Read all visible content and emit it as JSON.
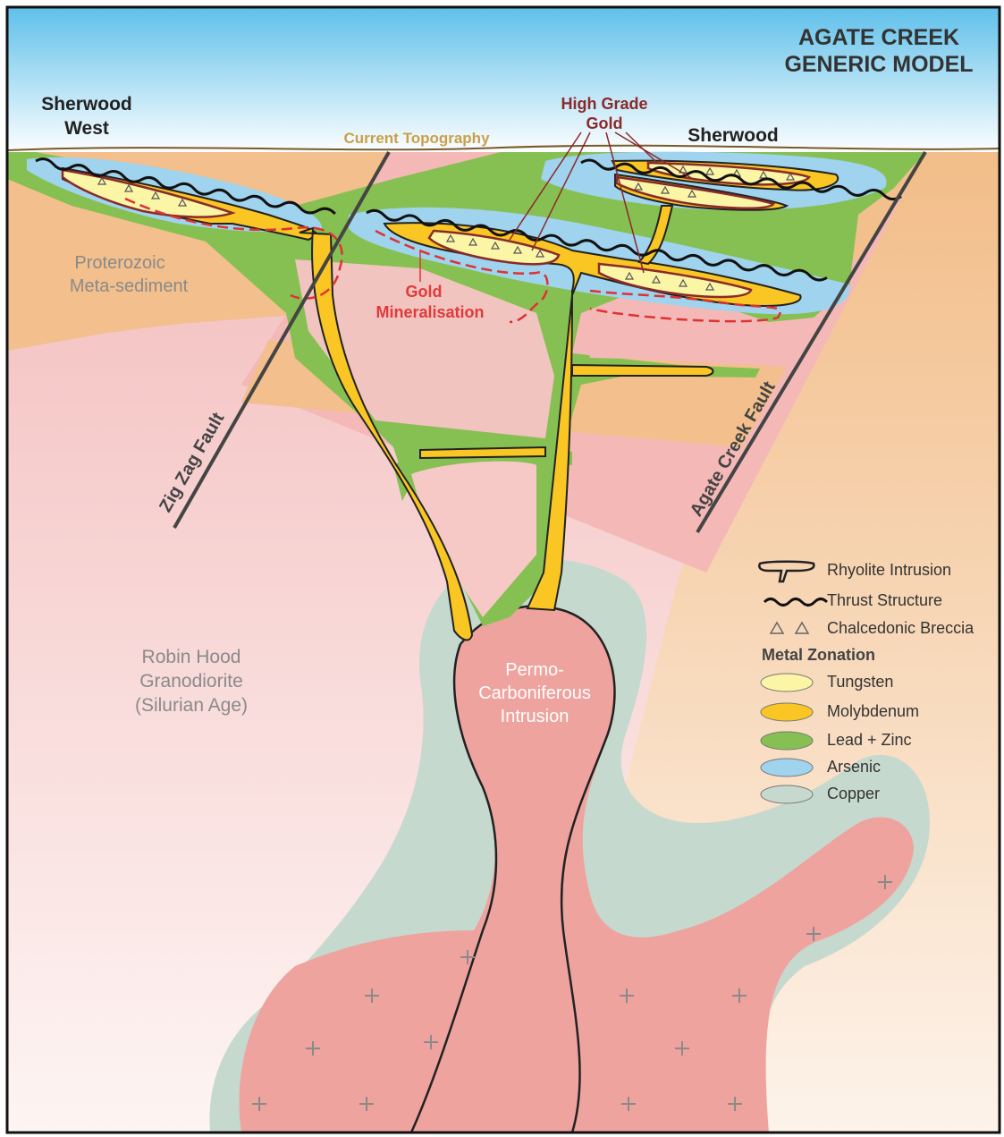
{
  "title": {
    "line1": "AGATE CREEK",
    "line2": "GENERIC MODEL"
  },
  "labels": {
    "sherwood_west_1": "Sherwood",
    "sherwood_west_2": "West",
    "current_topography": "Current Topography",
    "high_grade_1": "High Grade",
    "high_grade_2": "Gold",
    "sherwood": "Sherwood",
    "proterozoic_1": "Proterozoic",
    "proterozoic_2": "Meta-sediment",
    "gold_min_1": "Gold",
    "gold_min_2": "Mineralisation",
    "zig_zag_fault": "Zig Zag Fault",
    "agate_creek_fault": "Agate Creek Fault",
    "robin_hood_1": "Robin Hood",
    "robin_hood_2": "Granodiorite",
    "robin_hood_3": "(Silurian Age)",
    "permo_1": "Permo-",
    "permo_2": "Carboniferous",
    "permo_3": "Intrusion"
  },
  "legend": {
    "rhyolite": "Rhyolite Intrusion",
    "thrust": "Thrust Structure",
    "breccia": "Chalcedonic Breccia",
    "zonation_title": "Metal Zonation",
    "tungsten": "Tungsten",
    "molybdenum": "Molybdenum",
    "lead_zinc": "Lead + Zinc",
    "arsenic": "Arsenic",
    "copper": "Copper"
  },
  "colors": {
    "tungsten": "#fbf5a6",
    "molybdenum": "#f9c623",
    "lead_zinc": "#86c052",
    "arsenic": "#9fd3ee",
    "copper": "#c6d9ce",
    "intrusion": "#eea39f",
    "metasediment": "#f2bf8d",
    "granodiorite": "#f4bfbf",
    "gold_label": "#e03a3a",
    "high_grade_label": "#8a2a2a",
    "topography_label": "#c9a04a"
  }
}
